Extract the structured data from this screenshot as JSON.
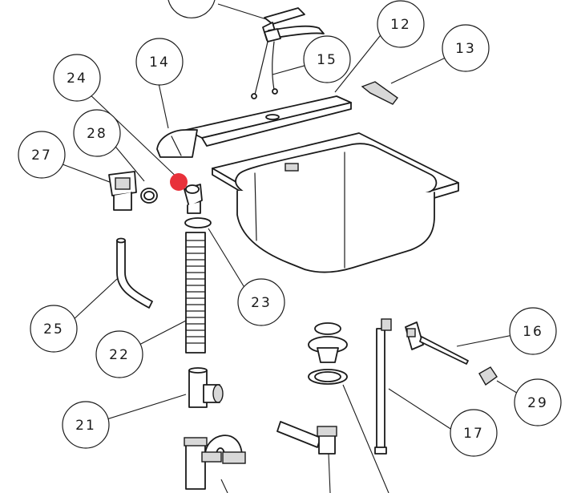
{
  "diagram": {
    "callouts": [
      {
        "id": "c12",
        "label": "12"
      },
      {
        "id": "c13",
        "label": "13"
      },
      {
        "id": "c14",
        "label": "14"
      },
      {
        "id": "c15",
        "label": "15"
      },
      {
        "id": "c16",
        "label": "16"
      },
      {
        "id": "c17",
        "label": "17"
      },
      {
        "id": "c21",
        "label": "21"
      },
      {
        "id": "c22",
        "label": "22"
      },
      {
        "id": "c23",
        "label": "23"
      },
      {
        "id": "c24",
        "label": "24"
      },
      {
        "id": "c25",
        "label": "25"
      },
      {
        "id": "c27",
        "label": "27"
      },
      {
        "id": "c28",
        "label": "28"
      },
      {
        "id": "c29",
        "label": "29"
      }
    ],
    "highlight_marker_color": "#e8313a"
  }
}
